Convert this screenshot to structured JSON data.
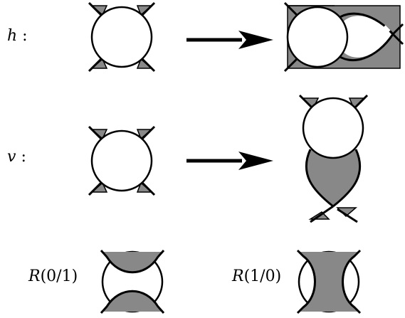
{
  "labels": {
    "h_var": "h",
    "h_colon": ":",
    "v_var": "v",
    "v_colon": ":",
    "r01_fn": "R",
    "r01_arg": "(0/1)",
    "r10_fn": "R",
    "r10_arg": "(1/0)"
  },
  "colors": {
    "fill": "#888888",
    "stroke": "#000000",
    "background": "#ffffff"
  }
}
